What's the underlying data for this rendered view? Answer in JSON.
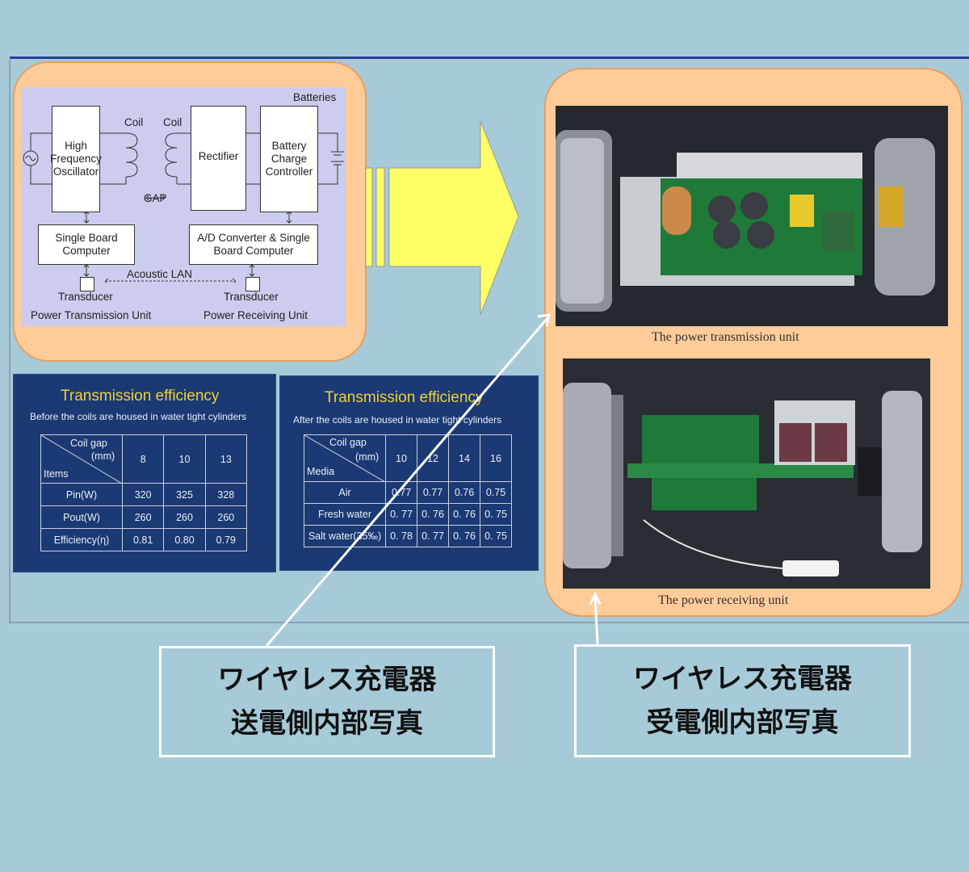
{
  "diagram": {
    "batteries_label": "Batteries",
    "oscillator_label": "High\nFrequency\nOscillator",
    "coil_left_label": "Coil",
    "coil_right_label": "Coil",
    "gap_label": "GAP",
    "rectifier_label": "Rectifier",
    "battery_charge_label": "Battery\nCharge\nController",
    "single_board_label": "Single Board\nComputer",
    "ad_converter_label": "A/D Converter & Single\nBoard Computer",
    "acoustic_lan_label": "Acoustic LAN",
    "transducer_left_label": "Transducer",
    "transducer_right_label": "Transducer",
    "transmission_unit_label": "Power Transmission Unit",
    "receiving_unit_label": "Power Receiving Unit"
  },
  "photos": {
    "transmission_caption": "The power transmission unit",
    "receiving_caption": "The power receiving unit"
  },
  "table_before": {
    "title": "Transmission efficiency",
    "subtitle": "Before the coils are housed in water tight cylinders",
    "header_top": "Coil gap",
    "header_unit": "(mm)",
    "header_row_label": "Items",
    "columns": [
      "8",
      "10",
      "13"
    ],
    "rows": [
      {
        "label": "Pin(W)",
        "values": [
          "320",
          "325",
          "328"
        ]
      },
      {
        "label": "Pout(W)",
        "values": [
          "260",
          "260",
          "260"
        ]
      },
      {
        "label": "Efficiency(η)",
        "values": [
          "0.81",
          "0.80",
          "0.79"
        ]
      }
    ]
  },
  "table_after": {
    "title": "Transmission efficiency",
    "subtitle": "After the coils are housed in water tight cylinders",
    "header_top": "Coil gap",
    "header_unit": "(mm)",
    "header_row_label": "Media",
    "columns": [
      "10",
      "12",
      "14",
      "16"
    ],
    "rows": [
      {
        "label": "Air",
        "values": [
          "0.77",
          "0.77",
          "0.76",
          "0.75"
        ]
      },
      {
        "label": "Fresh water",
        "values": [
          "0. 77",
          "0. 76",
          "0. 76",
          "0. 75"
        ]
      },
      {
        "label": "Salt water(35‰)",
        "values": [
          "0. 78",
          "0. 77",
          "0. 76",
          "0. 75"
        ]
      }
    ]
  },
  "callouts": {
    "left_line1": "ワイヤレス充電器",
    "left_line2": "送電側内部写真",
    "right_line1": "ワイヤレス充電器",
    "right_line2": "受電側内部写真"
  }
}
